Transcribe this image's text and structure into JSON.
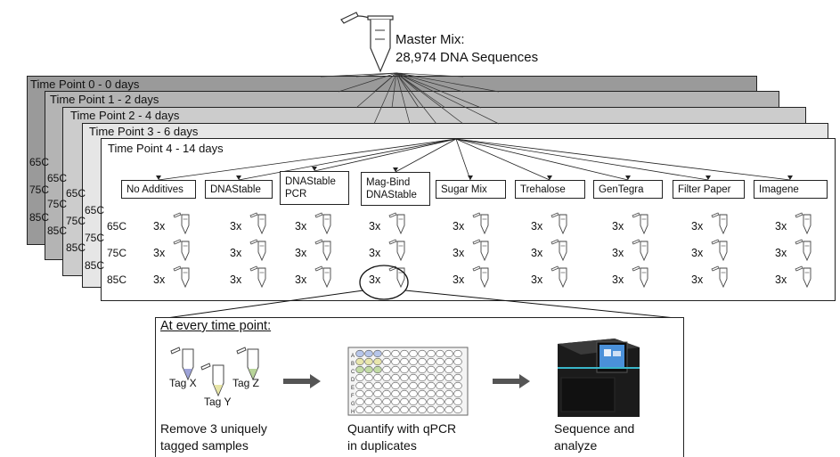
{
  "master_mix": {
    "title": "Master Mix:",
    "subtitle": "28,974 DNA Sequences"
  },
  "time_points": [
    {
      "label": "Time Point 0  -  0 days",
      "color": "#9a9a9a"
    },
    {
      "label": "Time Point 1  -  2 days",
      "color": "#b4b4b4"
    },
    {
      "label": "Time Point 2  -  4 days",
      "color": "#cccccc"
    },
    {
      "label": "Time Point 3  -  6 days",
      "color": "#e6e6e6"
    },
    {
      "label": "Time Point 4  -  14 days",
      "color": "#ffffff"
    }
  ],
  "temperatures": [
    "65C",
    "75C",
    "85C"
  ],
  "conditions": [
    "No Additives",
    "DNAStable",
    "DNAStable PCR",
    "Mag-Bind DNAStable",
    "Sugar Mix",
    "Trehalose",
    "GenTegra",
    "Filter Paper",
    "Imagene"
  ],
  "replicate_label": "3x",
  "procedure": {
    "heading": "At every time point:",
    "tags": [
      "Tag X",
      "Tag Y",
      "Tag Z"
    ],
    "step1": [
      "Remove 3 uniquely",
      "tagged samples"
    ],
    "step2": [
      "Quantify with qPCR",
      "in duplicates"
    ],
    "step3": [
      "Sequence and",
      "analyze"
    ],
    "plate_rows": [
      "A",
      "B",
      "C",
      "D",
      "E",
      "F",
      "G",
      "H"
    ]
  }
}
